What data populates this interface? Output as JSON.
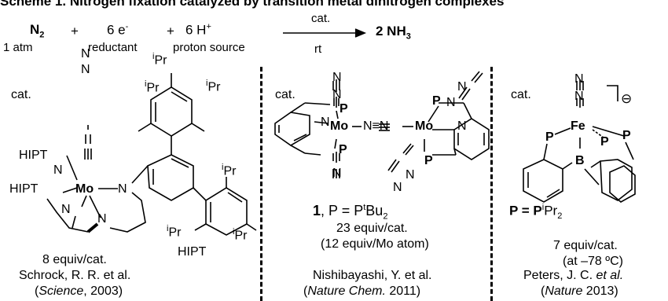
{
  "title": "Scheme 1. Nitrogen fixation catalyzed by transition metal dinitrogen complexes",
  "equation": {
    "n2": "N",
    "n2_sub": "2",
    "n2_cond": "1 atm",
    "plus1": "+",
    "electrons": "6 e",
    "electrons_sup": "-",
    "electrons_cond": "reductant",
    "plus2": "+",
    "protons": "6 H",
    "protons_sup": "+",
    "protons_cond": "proton source",
    "arrow_top": "cat.",
    "arrow_bottom": "rt",
    "product": "2 NH",
    "product_sub": "3"
  },
  "panels": [
    {
      "cat_label": "cat.",
      "equiv": "8 equiv/cat.",
      "author": "Schrock, R. R. et al.",
      "ref_open": "(",
      "journal": "Science",
      "ref_close": ", 2003)",
      "atoms": {
        "hipt1": "HIPT",
        "hipt2": "HIPT",
        "hipt3": "HIPT",
        "mo": "Mo",
        "n1": "N",
        "n2": "N",
        "n3": "N",
        "n4": "N",
        "ntop1": "N",
        "ntop2": "N",
        "ipr1": "Pr",
        "ipr2": "Pr",
        "ipr3": "Pr",
        "ipr4": "Pr",
        "ipr5": "Pr",
        "ipr6": "Pr",
        "i": "i"
      }
    },
    {
      "cat_label": "cat.",
      "compound": "1",
      "p_def": ", P = P",
      "p_sup": "t",
      "p_tail": "Bu",
      "p_sub": "2",
      "equiv": "23 equiv/cat.",
      "equiv2": "(12 equiv/Mo atom)",
      "author": "Nishibayashi, Y. et al.",
      "ref_open": "(",
      "journal": "Nature Chem.",
      "ref_close": " 2011)",
      "atoms": {
        "mo1": "Mo",
        "mo2": "Mo",
        "bridge": "N≡N",
        "n": "N",
        "p": "P"
      }
    },
    {
      "cat_label": "cat.",
      "charge": "⊖",
      "p_def": "P = P",
      "p_sup": "i",
      "p_tail": "Pr",
      "p_sub": "2",
      "equiv": "7 equiv/cat.",
      "cond": "(at –78 ºC)",
      "author": "Peters, J. C. ",
      "author_etal": "et al.",
      "ref_open": "(",
      "journal": "Nature",
      "ref_close": " 2013)",
      "atoms": {
        "fe": "Fe",
        "b": "B",
        "p": "P",
        "n": "N"
      }
    }
  ]
}
